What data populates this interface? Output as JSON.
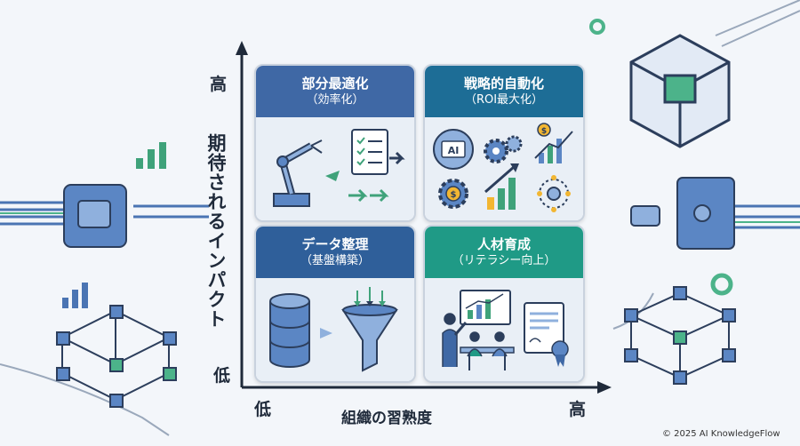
{
  "axes": {
    "y_label": "期待されるインパクト",
    "x_label": "組織の習熟度",
    "y_high": "高",
    "y_low": "低",
    "x_low": "低",
    "x_high": "高"
  },
  "quadrants": [
    {
      "id": "top-left",
      "title": "部分最適化",
      "subtitle": "（効率化）"
    },
    {
      "id": "top-right",
      "title": "戦略的自動化",
      "subtitle": "（ROI最大化）"
    },
    {
      "id": "bottom-left",
      "title": "データ整理",
      "subtitle": "（基盤構築）"
    },
    {
      "id": "bottom-right",
      "title": "人材育成",
      "subtitle": "（リテラシー向上）"
    }
  ],
  "icons": {
    "ai_chip": "AI",
    "dollar": "$"
  },
  "credit": "© 2025 AI KnowledgeFlow",
  "colors": {
    "head_top_left": "#3f68a5",
    "head_top_right": "#1d6d96",
    "head_bottom_left": "#2f5f9a",
    "head_bottom_right": "#1f9a86",
    "axis": "#1f2a3a"
  }
}
